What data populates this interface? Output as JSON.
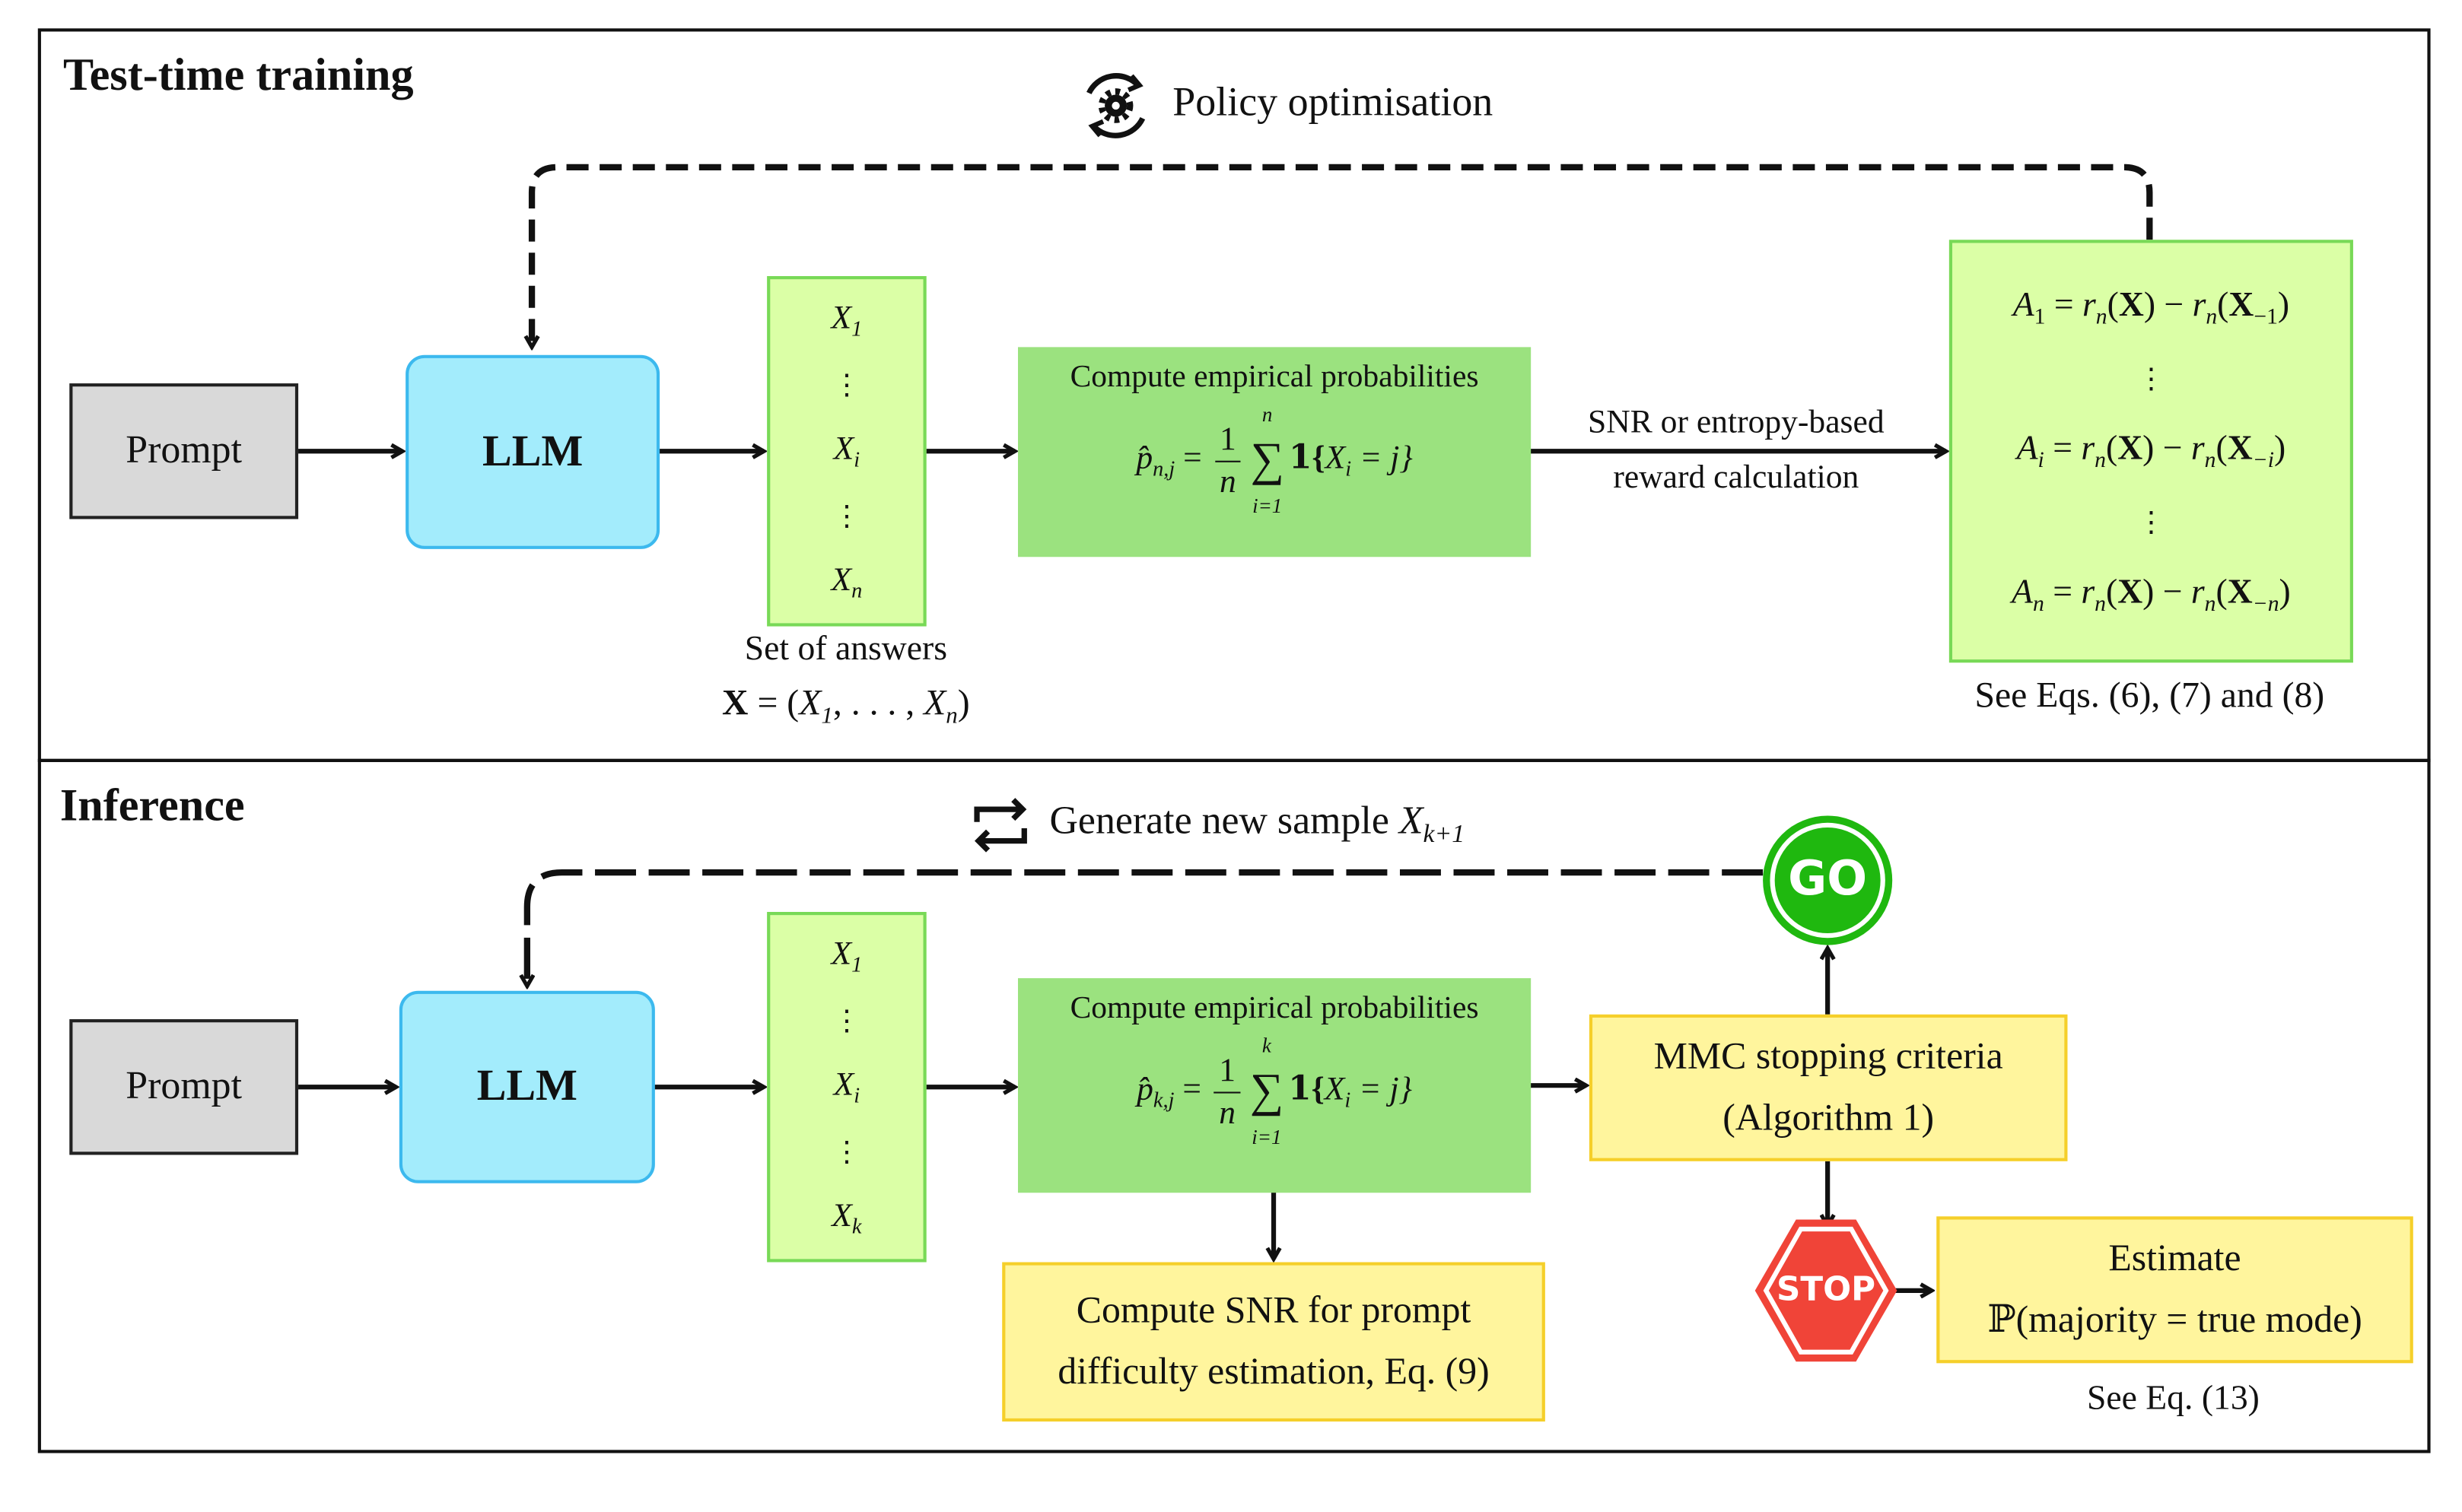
{
  "colors": {
    "prompt": "#d9d9d9",
    "llm": "#a3ecfc",
    "answers": "#dbffa6",
    "compute": "#9be27f",
    "yellow": "#fff59d",
    "go": "#1fb80f",
    "stop": "#f04438"
  },
  "training": {
    "title": "Test-time training",
    "loop_label": "Policy optimisation",
    "loop_icon": "gear-refresh-icon",
    "prompt": "Prompt",
    "llm": "LLM",
    "answers": {
      "items": [
        [
          "X",
          "1"
        ],
        [
          "X",
          "i"
        ],
        [
          "X",
          "n"
        ]
      ],
      "dots": "⋮"
    },
    "answers_caption": "Set of answers",
    "answers_set": [
      [
        "X",
        "b"
      ],
      [
        " = (",
        "r"
      ],
      [
        "X",
        "i"
      ],
      [
        "1",
        "sub"
      ],
      [
        ", . . . , ",
        "r"
      ],
      [
        "X",
        "i"
      ],
      [
        "n",
        "sub"
      ],
      [
        ")",
        "r"
      ]
    ],
    "compute": {
      "title": "Compute empirical probabilities",
      "p_hat": "p̂",
      "p_sub": "n,j",
      "eq": "=",
      "frac_num": "1",
      "frac_den": "n",
      "sum_top": "n",
      "sum_bot": "i=1",
      "sigma": "∑",
      "indicator": "𝟏{",
      "x": "X",
      "x_sub": "i",
      "tail": " = j}"
    },
    "edge_label_1": "SNR or entropy-based",
    "edge_label_2": "reward calculation",
    "advantages": [
      [
        [
          "A",
          "i"
        ],
        [
          "1",
          "subr"
        ],
        [
          " = ",
          "r"
        ],
        [
          "r",
          "i"
        ],
        [
          "n",
          "sub"
        ],
        [
          "(",
          "r"
        ],
        [
          "X",
          "b"
        ],
        [
          ") − ",
          "r"
        ],
        [
          "r",
          "i"
        ],
        [
          "n",
          "sub"
        ],
        [
          "(",
          "r"
        ],
        [
          "X",
          "b"
        ],
        [
          "−1",
          "subr"
        ],
        [
          ")",
          "r"
        ]
      ],
      [
        [
          "A",
          "i"
        ],
        [
          "i",
          "sub"
        ],
        [
          " = ",
          "r"
        ],
        [
          "r",
          "i"
        ],
        [
          "n",
          "sub"
        ],
        [
          "(",
          "r"
        ],
        [
          "X",
          "b"
        ],
        [
          ") − ",
          "r"
        ],
        [
          "r",
          "i"
        ],
        [
          "n",
          "sub"
        ],
        [
          "(",
          "r"
        ],
        [
          "X",
          "b"
        ],
        [
          "−i",
          "sub"
        ],
        [
          ")",
          "r"
        ]
      ],
      [
        [
          "A",
          "i"
        ],
        [
          "n",
          "sub"
        ],
        [
          " = ",
          "r"
        ],
        [
          "r",
          "i"
        ],
        [
          "n",
          "sub"
        ],
        [
          "(",
          "r"
        ],
        [
          "X",
          "b"
        ],
        [
          ") − ",
          "r"
        ],
        [
          "r",
          "i"
        ],
        [
          "n",
          "sub"
        ],
        [
          "(",
          "r"
        ],
        [
          "X",
          "b"
        ],
        [
          "−n",
          "sub"
        ],
        [
          ")",
          "r"
        ]
      ]
    ],
    "advantages_caption": "See Eqs. (6), (7) and (8)"
  },
  "inference": {
    "title": "Inference",
    "loop_label": "Generate new sample",
    "loop_var": "X",
    "loop_var_sub": "k+1",
    "loop_icon": "repeat-icon",
    "prompt": "Prompt",
    "llm": "LLM",
    "answers": {
      "items": [
        [
          "X",
          "1"
        ],
        [
          "X",
          "i"
        ],
        [
          "X",
          "k"
        ]
      ],
      "dots": "⋮"
    },
    "compute": {
      "title": "Compute empirical probabilities",
      "p_hat": "p̂",
      "p_sub": "k,j",
      "eq": "=",
      "frac_num": "1",
      "frac_den": "n",
      "sum_top": "k",
      "sum_bot": "i=1",
      "sigma": "∑",
      "indicator": "𝟏{",
      "x": "X",
      "x_sub": "i",
      "tail": " = j}"
    },
    "snr_box": [
      "Compute SNR for prompt",
      "difficulty estimation, Eq. (9)"
    ],
    "mmc_box": [
      "MMC stopping criteria",
      "(Algorithm 1)"
    ],
    "go": "GO",
    "stop": "STOP",
    "estimate_box": [
      "Estimate",
      "ℙ(majority = true mode)"
    ],
    "estimate_caption": "See Eq. (13)"
  }
}
